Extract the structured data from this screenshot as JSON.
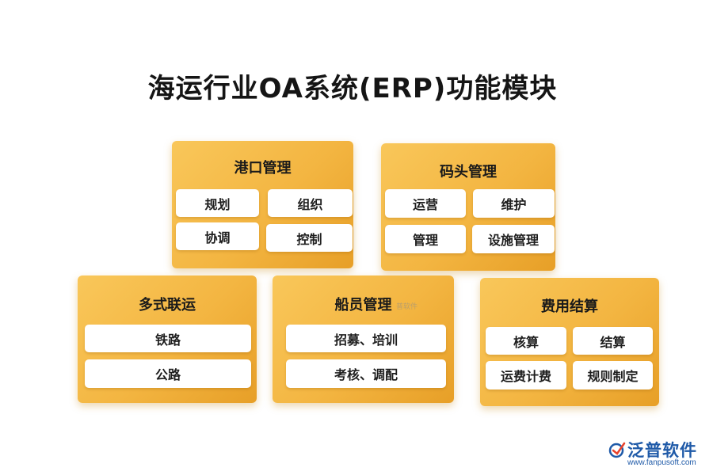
{
  "title": "海运行业OA系统(ERP)功能模块",
  "modules": [
    {
      "name": "港口管理",
      "items": [
        "规划",
        "组织",
        "协调",
        "控制"
      ]
    },
    {
      "name": "码头管理",
      "items": [
        "运营",
        "维护",
        "管理",
        "设施管理"
      ]
    },
    {
      "name": "多式联运",
      "items": [
        "铁路",
        "公路"
      ]
    },
    {
      "name": "船员管理",
      "items": [
        "招募、培训",
        "考核、调配"
      ]
    },
    {
      "name": "费用结算",
      "items": [
        "核算",
        "结算",
        "运费计费",
        "规则制定"
      ]
    }
  ],
  "watermark": "普软件",
  "brand": {
    "name": "泛普软件",
    "url": "www.fanpusoft.com",
    "logo_color": "#1f5aa8",
    "accent_color": "#e8422c"
  },
  "colors": {
    "card_gradient_start": "#f9c75a",
    "card_gradient_end": "#e79f27",
    "item_bg": "#ffffff"
  }
}
